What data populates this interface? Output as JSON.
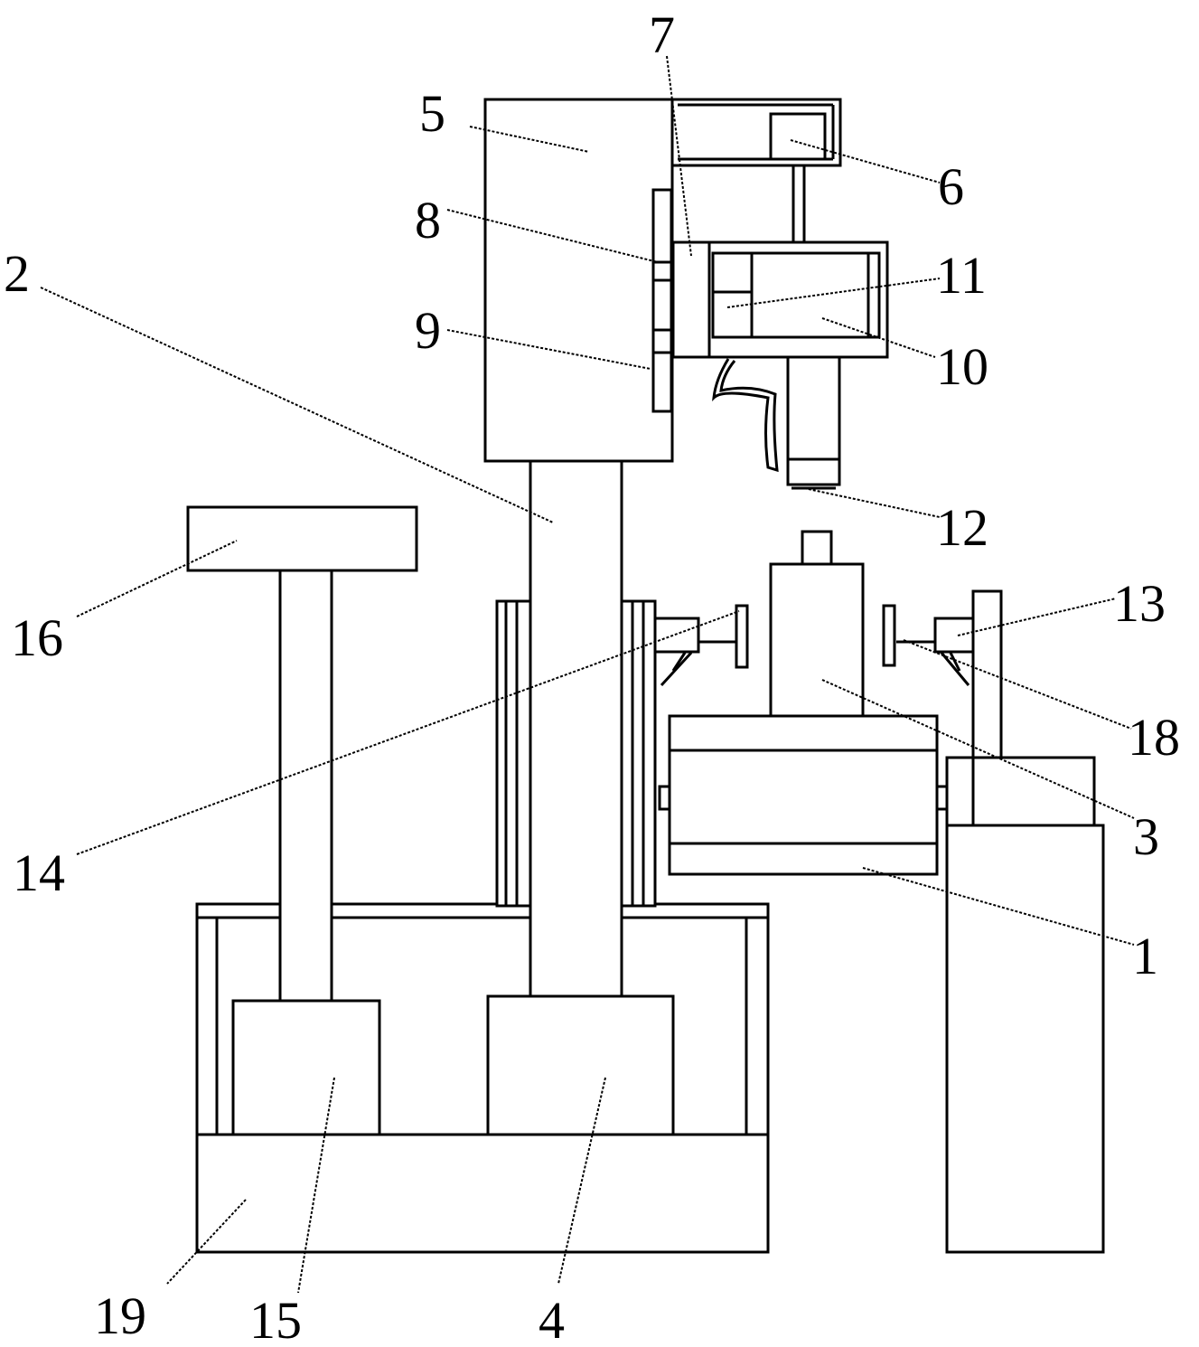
{
  "figure": {
    "labels": [
      {
        "id": "1",
        "text": "1"
      },
      {
        "id": "2",
        "text": "2"
      },
      {
        "id": "3",
        "text": "3"
      },
      {
        "id": "4",
        "text": "4"
      },
      {
        "id": "5",
        "text": "5"
      },
      {
        "id": "6",
        "text": "6"
      },
      {
        "id": "7",
        "text": "7"
      },
      {
        "id": "8",
        "text": "8"
      },
      {
        "id": "9",
        "text": "9"
      },
      {
        "id": "10",
        "text": "10"
      },
      {
        "id": "11",
        "text": "11"
      },
      {
        "id": "12",
        "text": "12"
      },
      {
        "id": "13",
        "text": "13"
      },
      {
        "id": "14",
        "text": "14"
      },
      {
        "id": "15",
        "text": "15"
      },
      {
        "id": "16",
        "text": "16"
      },
      {
        "id": "18",
        "text": "18"
      },
      {
        "id": "19",
        "text": "19"
      }
    ]
  }
}
